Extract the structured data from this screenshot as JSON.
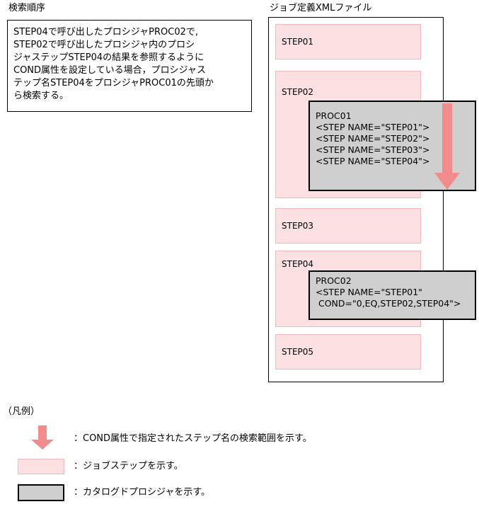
{
  "search_order": {
    "title": "検索順序",
    "lines": [
      "STEP04で呼び出したプロシジャPROC02で,",
      "STEP02で呼び出したプロシジャ内のプロシ",
      "ジャステップSTEP04の結果を参照するように",
      "COND属性を設定している場合，プロシジャス",
      "テップ名STEP04をプロシジャPROC01の先頭か",
      "ら検索する。"
    ]
  },
  "job_xml": {
    "title": "ジョブ定義XMLファイル",
    "steps": [
      "STEP01",
      "STEP02",
      "STEP03",
      "STEP04",
      "STEP05"
    ],
    "proc01": {
      "lines": [
        "PROC01",
        "<STEP NAME=\"STEP01\">",
        "<STEP NAME=\"STEP02\">",
        "<STEP NAME=\"STEP03\">",
        "<STEP NAME=\"STEP04\">"
      ]
    },
    "proc02": {
      "lines": [
        "PROC02",
        "<STEP NAME=\"STEP01\"",
        " COND=\"0,EQ,STEP02,STEP04\">"
      ]
    }
  },
  "legend": {
    "title": "（凡例）",
    "arrow_text": "：COND属性で指定されたステップ名の検索範囲を示す。",
    "step_text": "：ジョブステップを示す。",
    "catalog_text": "：カタログドプロシジャを示す。"
  },
  "colors": {
    "step_fill": "#fde0e2",
    "arrow": "#f28b8b",
    "catalog_fill": "#cfcfcf"
  }
}
